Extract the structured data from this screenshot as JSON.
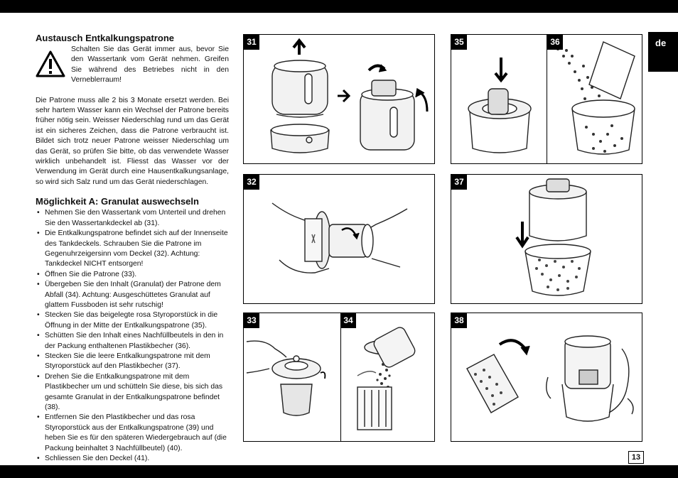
{
  "page": {
    "lang": "de",
    "page_number": "13"
  },
  "section1": {
    "title": "Austausch Entkalkungspatrone",
    "warning": "Schalten Sie das Gerät immer aus, bevor Sie den Wassertank vom Gerät nehmen. Greifen Sie während des Betriebes nicht in den Vernebler­raum!",
    "body": "Die Patrone muss alle 2 bis 3 Monate ersetzt werden. Bei sehr hartem Wasser kann ein Wechsel der Patrone bereits früher nötig sein. Weisser Niederschlag rund um das Gerät ist ein sicheres Zeichen, dass die Patrone verbraucht ist. Bildet sich trotz neuer Patrone weisser Niederschlag um das Gerät, so prüfen Sie bitte, ob das verwendete Wasser wirklich unbehandelt ist. Fliesst das Wasser vor der Verwendung im Gerät durch eine Hausentkalkungsanlage, so wird sich Salz rund um das Gerät niederschlagen."
  },
  "section2": {
    "title": "Möglichkeit A: Granulat auswechseln",
    "items": [
      "Nehmen Sie den Wassertank vom Unterteil und drehen Sie den Wassertankdeckel ab (31).",
      "Die Entkalkungspatrone befindet sich auf der Innenseite des Tankdeckels. Schrauben Sie die Patrone im Gegenuhrzeigersinn vom Deckel (32). Achtung: Tankdeckel NICHT entsorgen!",
      "Öffnen Sie die Patrone (33).",
      "Übergeben Sie den Inhalt (Granulat) der Patrone dem Abfall (34). Achtung: Ausgeschüttetes Granulat auf glattem Fussboden ist sehr rutschig!",
      "Stecken Sie das beigelegte rosa Styroporstück in die Öffnung in der Mitte der Entkalkungspatrone (35).",
      "Schütten Sie den Inhalt eines Nachfüllbeutels in den in der Packung enthaltenen Plastikbecher (36).",
      "Stecken Sie die leere Entkalkungspatrone mit dem Styroporstück auf den Plastikbecher (37).",
      "Drehen Sie die Entkalkungspatrone mit dem Plastikbecher um und schütteln Sie diese, bis sich das gesamte Granulat in der Entkalkungspatrone befindet (38).",
      "Entfernen Sie den Plastikbecher und das rosa Styroporstück aus der Entkalkungspatrone (39) und heben Sie es für den späteren Wiedergebrauch auf (die Packung beinhaltet 3 Nachfüllbeutel) (40).",
      "Schliessen Sie den Deckel (41)."
    ]
  },
  "figures": {
    "f31": "31",
    "f32": "32",
    "f33": "33",
    "f34": "34",
    "f35": "35",
    "f36": "36",
    "f37": "37",
    "f38": "38"
  }
}
